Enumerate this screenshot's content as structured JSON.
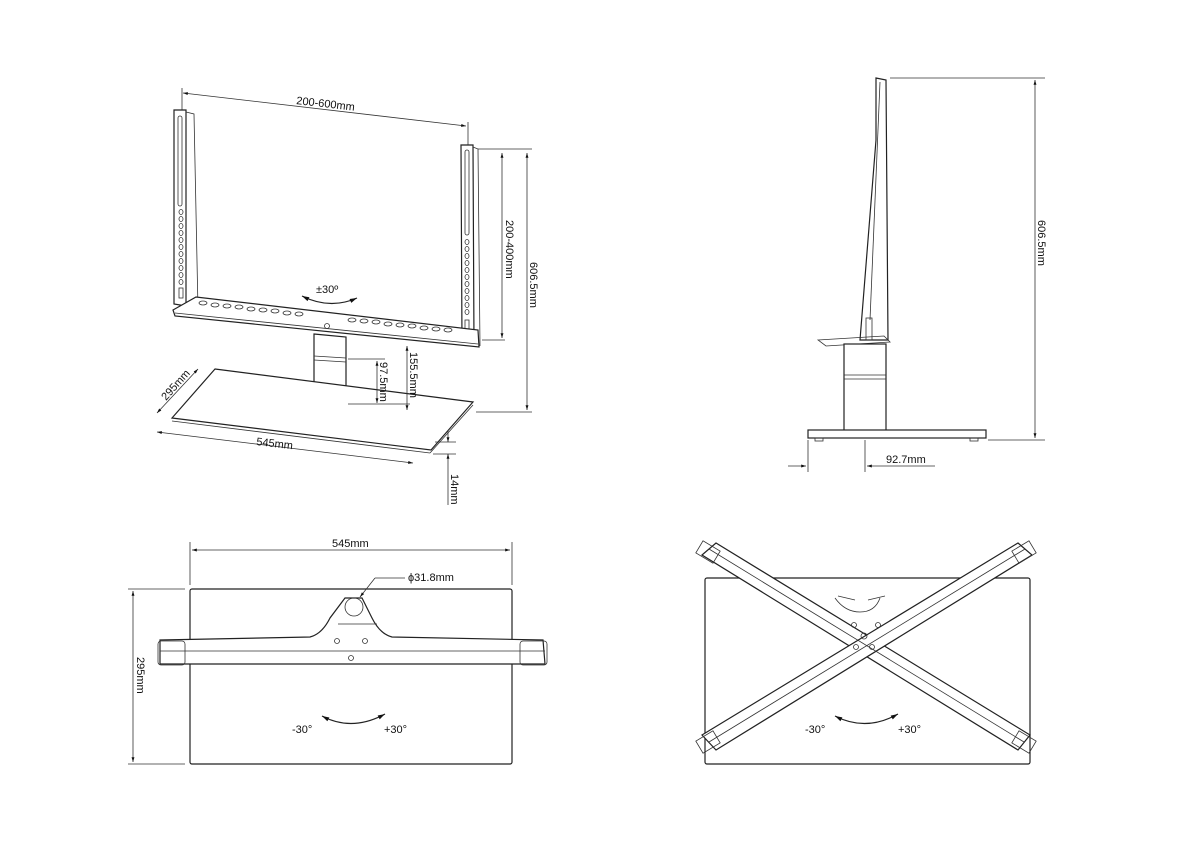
{
  "views": {
    "perspective": {
      "vesa_width": "200-600mm",
      "vesa_height": "200-400mm",
      "total_height": "606.5mm",
      "swivel": "±30º",
      "column_height": "155.5mm",
      "column_adjust": "97.5mm",
      "base_depth": "295mm",
      "base_width": "545mm",
      "base_thickness": "14mm"
    },
    "side": {
      "total_height": "606.5mm",
      "offset": "92.7mm"
    },
    "top": {
      "width": "545mm",
      "depth": "295mm",
      "diameter": "ϕ31.8mm",
      "rotate_left": "-30°",
      "rotate_right": "+30°"
    },
    "top_x": {
      "rotate_left": "-30°",
      "rotate_right": "+30°"
    }
  }
}
